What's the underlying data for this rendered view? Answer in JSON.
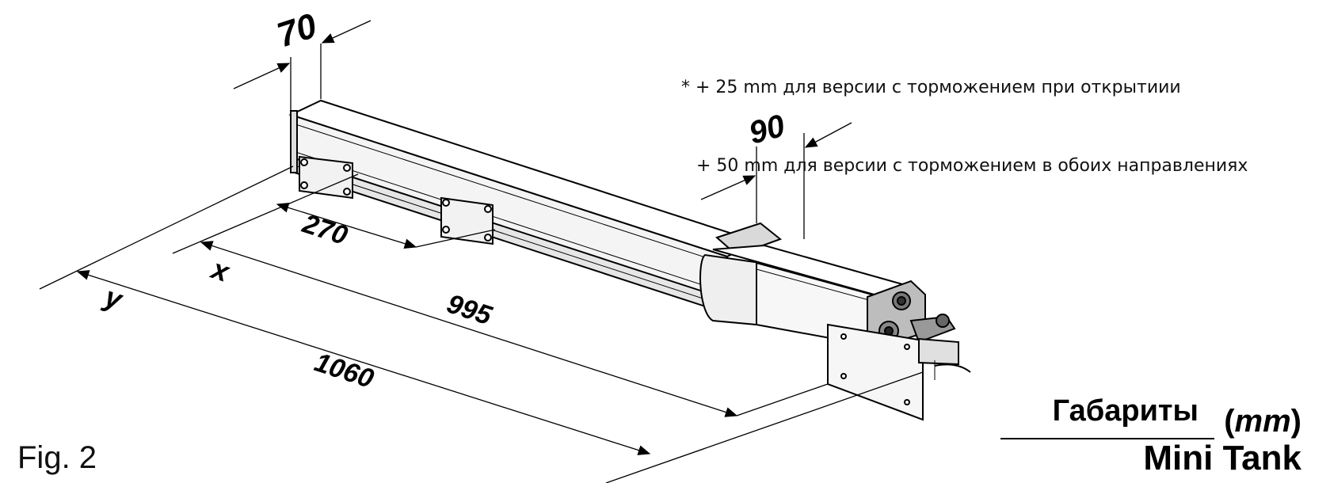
{
  "notes": [
    "* + 25 mm для версии с торможением при открытиии",
    "+ 50 mm для версии с торможением в обоих направлениях"
  ],
  "dimensions": {
    "d70": "70",
    "d90": "90",
    "d270": "270",
    "dx": "x",
    "d995": "995",
    "dy": "y",
    "d1060": "1060"
  },
  "figure_label": "Fig. 2",
  "title": {
    "main": "Габариты",
    "unit_open": "(",
    "unit": "mm",
    "unit_close": ")",
    "model": "Mini Tank"
  }
}
